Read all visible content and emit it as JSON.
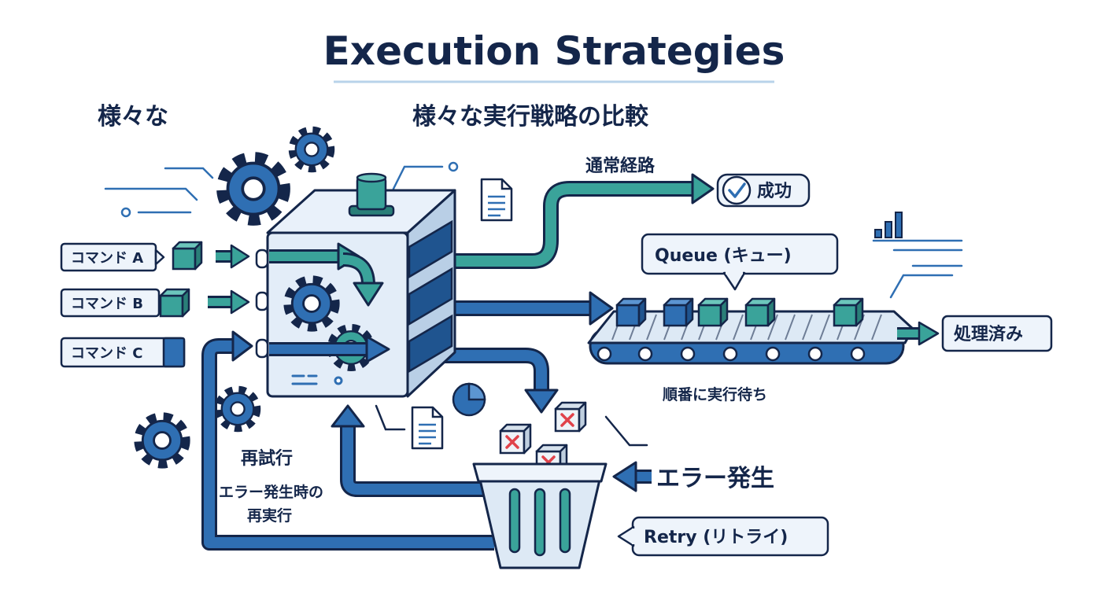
{
  "title": "Execution Strategies",
  "subtitle_left": "様々な",
  "subtitle_main": "様々な実行戦略の比較",
  "commands": [
    "コマンド A",
    "コマンド B",
    "コマンド C"
  ],
  "normal_path": {
    "label": "通常経路",
    "result": "成功"
  },
  "queue": {
    "label": "Queue (キュー)",
    "caption": "順番に実行待ち",
    "result": "処理済み"
  },
  "error": {
    "label": "エラー発生"
  },
  "retry": {
    "label": "再試行",
    "desc_line1": "エラー発生時の",
    "desc_line2": "再実行",
    "callout": "Retry (リトライ)"
  },
  "colors": {
    "navy": "#14264a",
    "blue": "#2f6fb3",
    "teal": "#3aa39a",
    "light_blue": "#dde9f5",
    "error_red": "#e0424a"
  }
}
